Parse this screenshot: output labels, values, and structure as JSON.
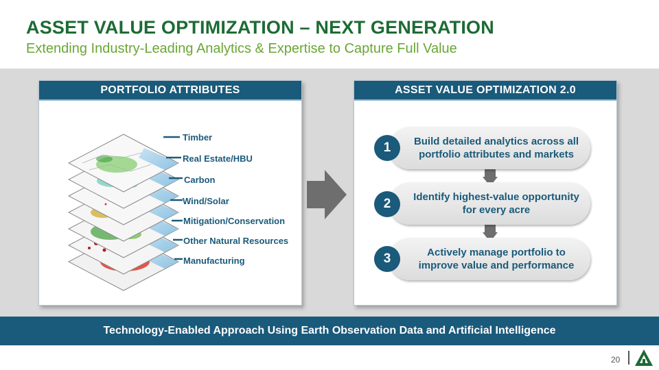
{
  "header": {
    "title": "ASSET VALUE OPTIMIZATION – NEXT GENERATION",
    "subtitle": "Extending Industry-Leading Analytics & Expertise to Capture Full Value"
  },
  "left_panel": {
    "title": "PORTFOLIO ATTRIBUTES",
    "layers": [
      "Timber",
      "Real Estate/HBU",
      "Carbon",
      "Wind/Solar",
      "Mitigation/Conservation",
      "Other Natural Resources",
      "Manufacturing"
    ]
  },
  "right_panel": {
    "title": "ASSET VALUE OPTIMIZATION 2.0",
    "steps": [
      {
        "number": "1",
        "text": "Build detailed analytics across all portfolio attributes and markets"
      },
      {
        "number": "2",
        "text": "Identify highest-value opportunity for every acre"
      },
      {
        "number": "3",
        "text": "Actively manage portfolio to improve value and performance"
      }
    ]
  },
  "footer": {
    "banner": "Technology-Enabled Approach Using Earth Observation Data and Artificial Intelligence",
    "page_number": "20"
  },
  "colors": {
    "title_green": "#1d6b34",
    "subtitle_green": "#6aa633",
    "navy": "#1a5a7b",
    "band_gray": "#d9d9d9"
  },
  "icons": {
    "transition_arrow": "right-arrow-icon",
    "logo": "tree-logo-icon"
  }
}
